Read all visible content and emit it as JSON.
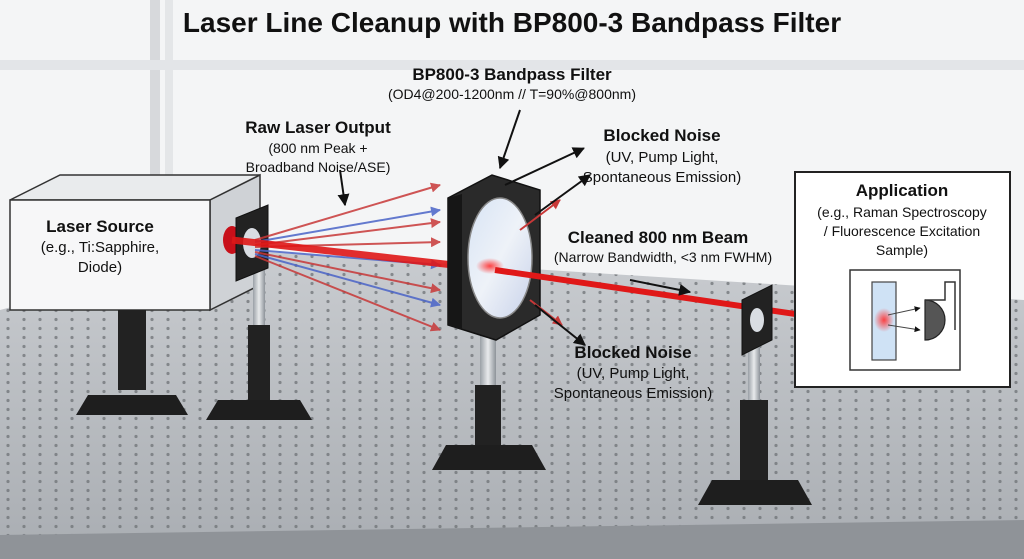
{
  "title": "Laser Line Cleanup with BP800-3 Bandpass Filter",
  "laser_source": {
    "name": "Laser Source",
    "detail_line1": "(e.g., Ti:Sapphire,",
    "detail_line2": "Diode)"
  },
  "raw_output": {
    "name": "Raw Laser Output",
    "detail_line1": "(800 nm Peak +",
    "detail_line2": "Broadband Noise/ASE)"
  },
  "filter": {
    "name": "BP800-3 Bandpass Filter",
    "spec": "(OD4@200-1200nm // T=90%@800nm)"
  },
  "blocked_noise_top": {
    "name": "Blocked Noise",
    "detail_line1": "(UV, Pump Light,",
    "detail_line2": "Spontaneous Emission)"
  },
  "blocked_noise_bottom": {
    "name": "Blocked Noise",
    "detail_line1": "(UV, Pump Light,",
    "detail_line2": "Spontaneous Emission)"
  },
  "cleaned_beam": {
    "name": "Cleaned 800 nm Beam",
    "detail": "(Narrow Bandwidth, <3 nm FWHM)"
  },
  "application": {
    "name": "Application",
    "detail_line1": "(e.g., Raman Spectroscopy",
    "detail_line2": "/ Fluorescence Excitation",
    "detail_line3": "Sample)"
  },
  "colors": {
    "beam_red": "#e01818",
    "noise_red": "#c83838",
    "noise_blue": "#4a64c8",
    "table_gray": "#b9bcc0"
  }
}
